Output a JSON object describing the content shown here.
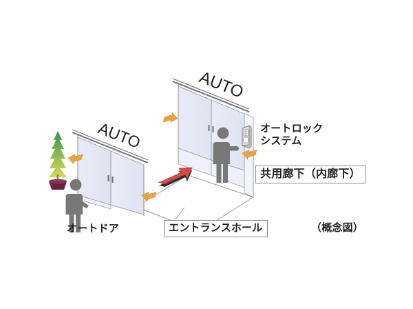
{
  "diagram": {
    "title_note": "（概念図）",
    "door_sign_text": "AUTO",
    "labels": {
      "autolock_line1": "オートロック",
      "autolock_line2": "システム",
      "corridor": "共用廊下（内廊下）",
      "autodoor": "オートドア",
      "entrance_hall": "エントランスホール",
      "concept": "（概念図）"
    },
    "signs": {
      "front_door_auto": "AUTO",
      "inner_door_auto": "AUTO"
    },
    "colors": {
      "glass": "#e4e8f5",
      "glass_light": "#eef1fa",
      "frame": "#9a9aa2",
      "outline": "#8e8e94",
      "person": "#787878",
      "arrow_orange": "#e8a348",
      "arrow_orange_dark": "#c9872f",
      "arrow_red": "#cf4a4a",
      "arrow_red_dark": "#2b2b2b",
      "tree_top": "#4d9c57",
      "tree_bottom": "#c9d24f",
      "pot": "#6b2342",
      "panel_body": "#cfcfc9",
      "panel_dark": "#8f8f8a",
      "text": "#231f20",
      "box_border": "#8c8c8c",
      "background": "#ffffff"
    }
  }
}
